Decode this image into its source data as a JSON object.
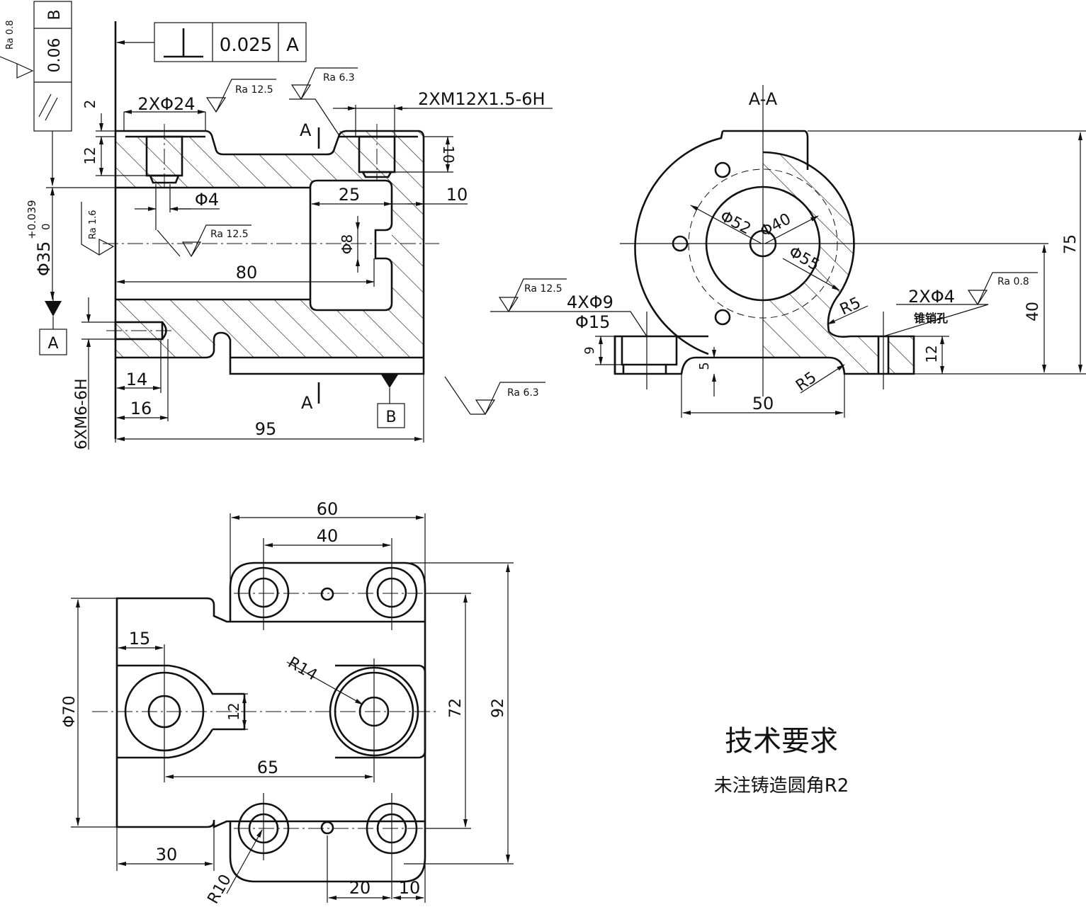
{
  "drawing": {
    "colors": {
      "line": "#111111",
      "background": "#ffffff"
    },
    "front_view": {
      "gdt_perpendicularity": {
        "symbol": "⊥",
        "tolerance": "0.025",
        "datum": "A"
      },
      "gdt_parallelism": {
        "symbol": "//",
        "tolerance": "0.06",
        "datum": "B"
      },
      "roughness": {
        "ra08": "Ra 0.8",
        "ra125_top": "Ra 12.5",
        "ra63_top": "Ra 6.3",
        "ra16": "Ra 1.6",
        "ra125_hole": "Ra 12.5",
        "ra63_bottom": "Ra 6.3"
      },
      "dims": {
        "counterbore": "2XΦ24",
        "thread_top": "2XM12X1.5-6H",
        "d2": "2",
        "d12": "12",
        "d10_depth": "10",
        "d25": "25",
        "d10": "10",
        "phi4": "Φ4",
        "phi8": "Φ8",
        "d80": "80",
        "bore": "Φ35",
        "bore_upper": "+0.039",
        "bore_lower": "0",
        "d14": "14",
        "d16": "16",
        "d95": "95",
        "thread_side": "6XM6-6H"
      },
      "section_marker": "A",
      "datum_a": "A",
      "datum_b": "B"
    },
    "section_view": {
      "title": "A-A",
      "dims": {
        "phi52": "Φ52",
        "phi40": "Φ40",
        "phi55": "Φ55",
        "r5_upper": "R5",
        "r5_lower": "R5",
        "holes": "4XΦ9",
        "cbore": "Φ15",
        "d9": "9",
        "d5": "5",
        "d50": "50",
        "pins": "2XΦ4",
        "pin_note": "锥销孔",
        "d12": "12",
        "d40": "40",
        "d75": "75"
      },
      "roughness": {
        "ra125": "Ra 12.5",
        "ra08": "Ra 0.8"
      }
    },
    "top_view": {
      "dims": {
        "d60": "60",
        "d40": "40",
        "d15": "15",
        "r14": "R14",
        "d12": "12",
        "d65": "65",
        "phi70": "Φ70",
        "d72": "72",
        "d92": "92",
        "d30": "30",
        "r10": "R10",
        "d20": "20",
        "d10": "10"
      }
    },
    "notes": {
      "title": "技术要求",
      "line1": "未注铸造圆角R2"
    }
  }
}
